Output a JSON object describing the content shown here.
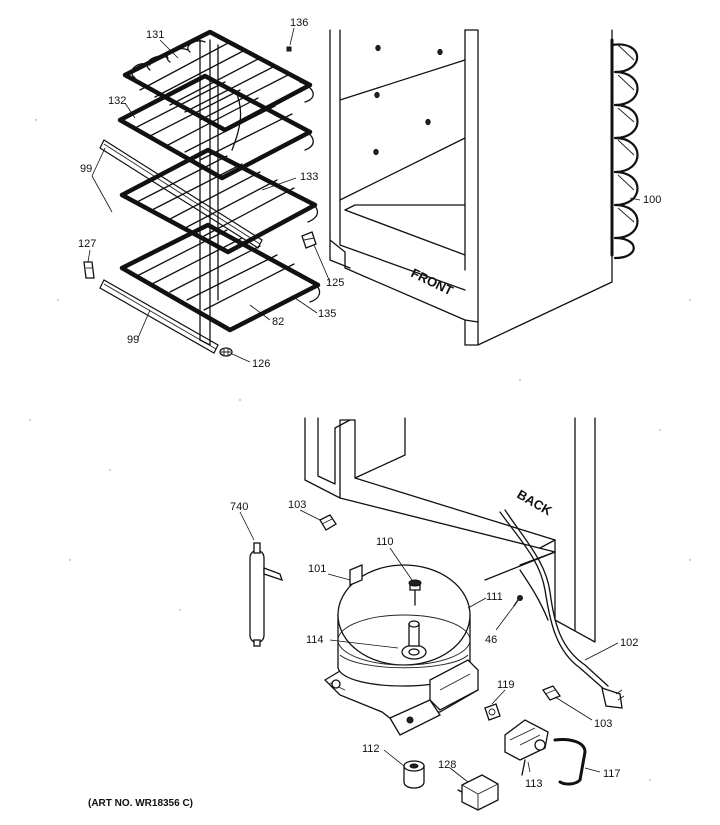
{
  "labels": {
    "front": "FRONT",
    "back": "BACK",
    "art_number": "(ART NO. WR18356 C)"
  },
  "callouts": {
    "c131": "131",
    "c136": "136",
    "c132": "132",
    "c99a": "99",
    "c133": "133",
    "c100": "100",
    "c127": "127",
    "c125": "125",
    "c82": "82",
    "c135": "135",
    "c99b": "99",
    "c126": "126",
    "c740": "740",
    "c103a": "103",
    "c110": "110",
    "c101": "101",
    "c111": "111",
    "c46": "46",
    "c114": "114",
    "c102": "102",
    "c119": "119",
    "c103b": "103",
    "c112": "112",
    "c128": "128",
    "c113": "113",
    "c117": "117"
  }
}
